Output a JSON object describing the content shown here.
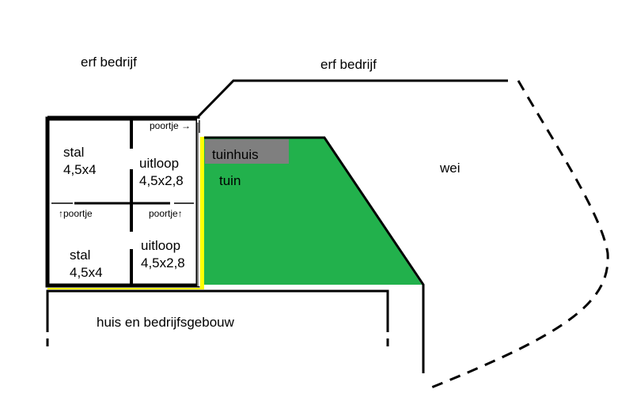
{
  "labels": {
    "erf_left": "erf bedrijf",
    "erf_top": "erf bedrijf",
    "stal_top": "stal",
    "stal_top_size": "4,5x4",
    "uitloop_top": "uitloop",
    "uitloop_top_size": "4,5x2,8",
    "stal_bottom": "stal",
    "stal_bottom_size": "4,5x4",
    "uitloop_bottom": "uitloop",
    "uitloop_bottom_size": "4,5x2,8",
    "poortje_top": "poortje →",
    "poortje_left": "↑poortje",
    "poortje_right": "poortje↑",
    "tuinhuis": "tuinhuis",
    "tuin": "tuin",
    "wei": "wei",
    "huis": "huis en bedrijfsgebouw"
  },
  "colors": {
    "tuin": "#22b14c",
    "tuinhuis": "#7f7f7f",
    "hek": "#ffff00",
    "lines": "#000000"
  }
}
